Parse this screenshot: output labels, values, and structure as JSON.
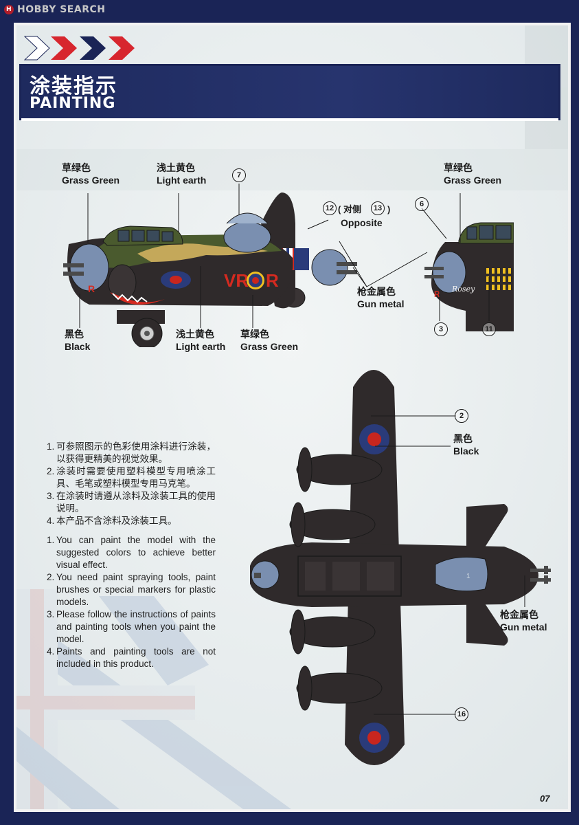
{
  "watermark": {
    "brand": "HOBBY SEARCH",
    "logo": "H"
  },
  "header": {
    "title_cn": "涂装指示",
    "title_en": "PAINTING"
  },
  "side_view": {
    "labels": {
      "grass_green_top": {
        "cn": "草绿色",
        "en": "Grass Green"
      },
      "light_earth_top": {
        "cn": "浅土黄色",
        "en": "Light earth"
      },
      "black": {
        "cn": "黑色",
        "en": "Black"
      },
      "light_earth_bottom": {
        "cn": "浅土黄色",
        "en": "Light earth"
      },
      "grass_green_bottom": {
        "cn": "草绿色",
        "en": "Grass Green"
      },
      "gun_metal": {
        "cn": "枪金属色",
        "en": "Gun metal"
      },
      "opposite": {
        "cn": "对侧",
        "en": "Opposite",
        "left_open": "(",
        "right_close": ")"
      }
    },
    "markings": {
      "code": "VR",
      "code_right": "R",
      "nose_letter": "R"
    },
    "callouts": [
      "7",
      "12",
      "13"
    ]
  },
  "nose_view": {
    "labels": {
      "grass_green": {
        "cn": "草绿色",
        "en": "Grass Green"
      }
    },
    "markings": {
      "nose_letter": "R",
      "nose_art": "Rosey"
    },
    "callouts": [
      "6",
      "3",
      "11"
    ]
  },
  "top_view": {
    "labels": {
      "black": {
        "cn": "黑色",
        "en": "Black"
      },
      "gun_metal": {
        "cn": "枪金属色",
        "en": "Gun metal"
      }
    },
    "markings": {
      "tail_number": "1"
    },
    "callouts": [
      "2",
      "16"
    ]
  },
  "notes_cn": [
    {
      "num": "1.",
      "text": "可参照图示的色彩使用涂料进行涂装，以获得更精美的视觉效果。"
    },
    {
      "num": "2.",
      "text": "涂装时需要使用塑料模型专用喷涂工具、毛笔或塑料模型专用马克笔。"
    },
    {
      "num": "3.",
      "text": "在涂装时请遵从涂料及涂装工具的使用说明。"
    },
    {
      "num": "4.",
      "text": "本产品不含涂料及涂装工具。"
    }
  ],
  "notes_en": [
    {
      "num": "1.",
      "text": "You can paint the model with the suggested colors to achieve better visual effect."
    },
    {
      "num": "2.",
      "text": "You need paint spraying tools, paint brushes or special markers for plastic models."
    },
    {
      "num": "3.",
      "text": "Please follow the instructions of paints and painting tools when you paint the model."
    },
    {
      "num": "4.",
      "text": "Paints and painting tools are not included in this product."
    }
  ],
  "page_number": "07",
  "colors": {
    "navy": "#1a2456",
    "roundel_red": "#c8261e",
    "roundel_blue": "#2a3b7a",
    "aircraft_black": "#2f2a2b",
    "grass_green": "#4a5a2e",
    "light_earth": "#c4a85a",
    "gun_metal": "#7a8fb0",
    "chevron_red": "#d7262e"
  }
}
